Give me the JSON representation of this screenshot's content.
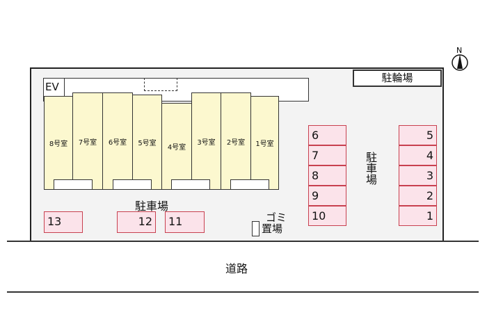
{
  "site": {
    "road_label": "道路",
    "bicycle_parking": "駐輪場",
    "parking_label_main": "駐車場",
    "parking_label_right": "駐車場",
    "garbage_label_1": "ゴミ",
    "garbage_label_2": "置場",
    "compass": "N",
    "elevator": "EV"
  },
  "units": [
    "8号室",
    "7号室",
    "6号室",
    "5号室",
    "4号室",
    "3号室",
    "2号室",
    "1号室"
  ],
  "parking_bottom": [
    "13",
    "12",
    "11"
  ],
  "parking_left_col": [
    "6",
    "7",
    "8",
    "9",
    "10"
  ],
  "parking_right_col": [
    "5",
    "4",
    "3",
    "2",
    "1"
  ],
  "colors": {
    "unit": "#fcf8cf",
    "space": "#fbe3ea",
    "space_border": "#c8404f"
  }
}
